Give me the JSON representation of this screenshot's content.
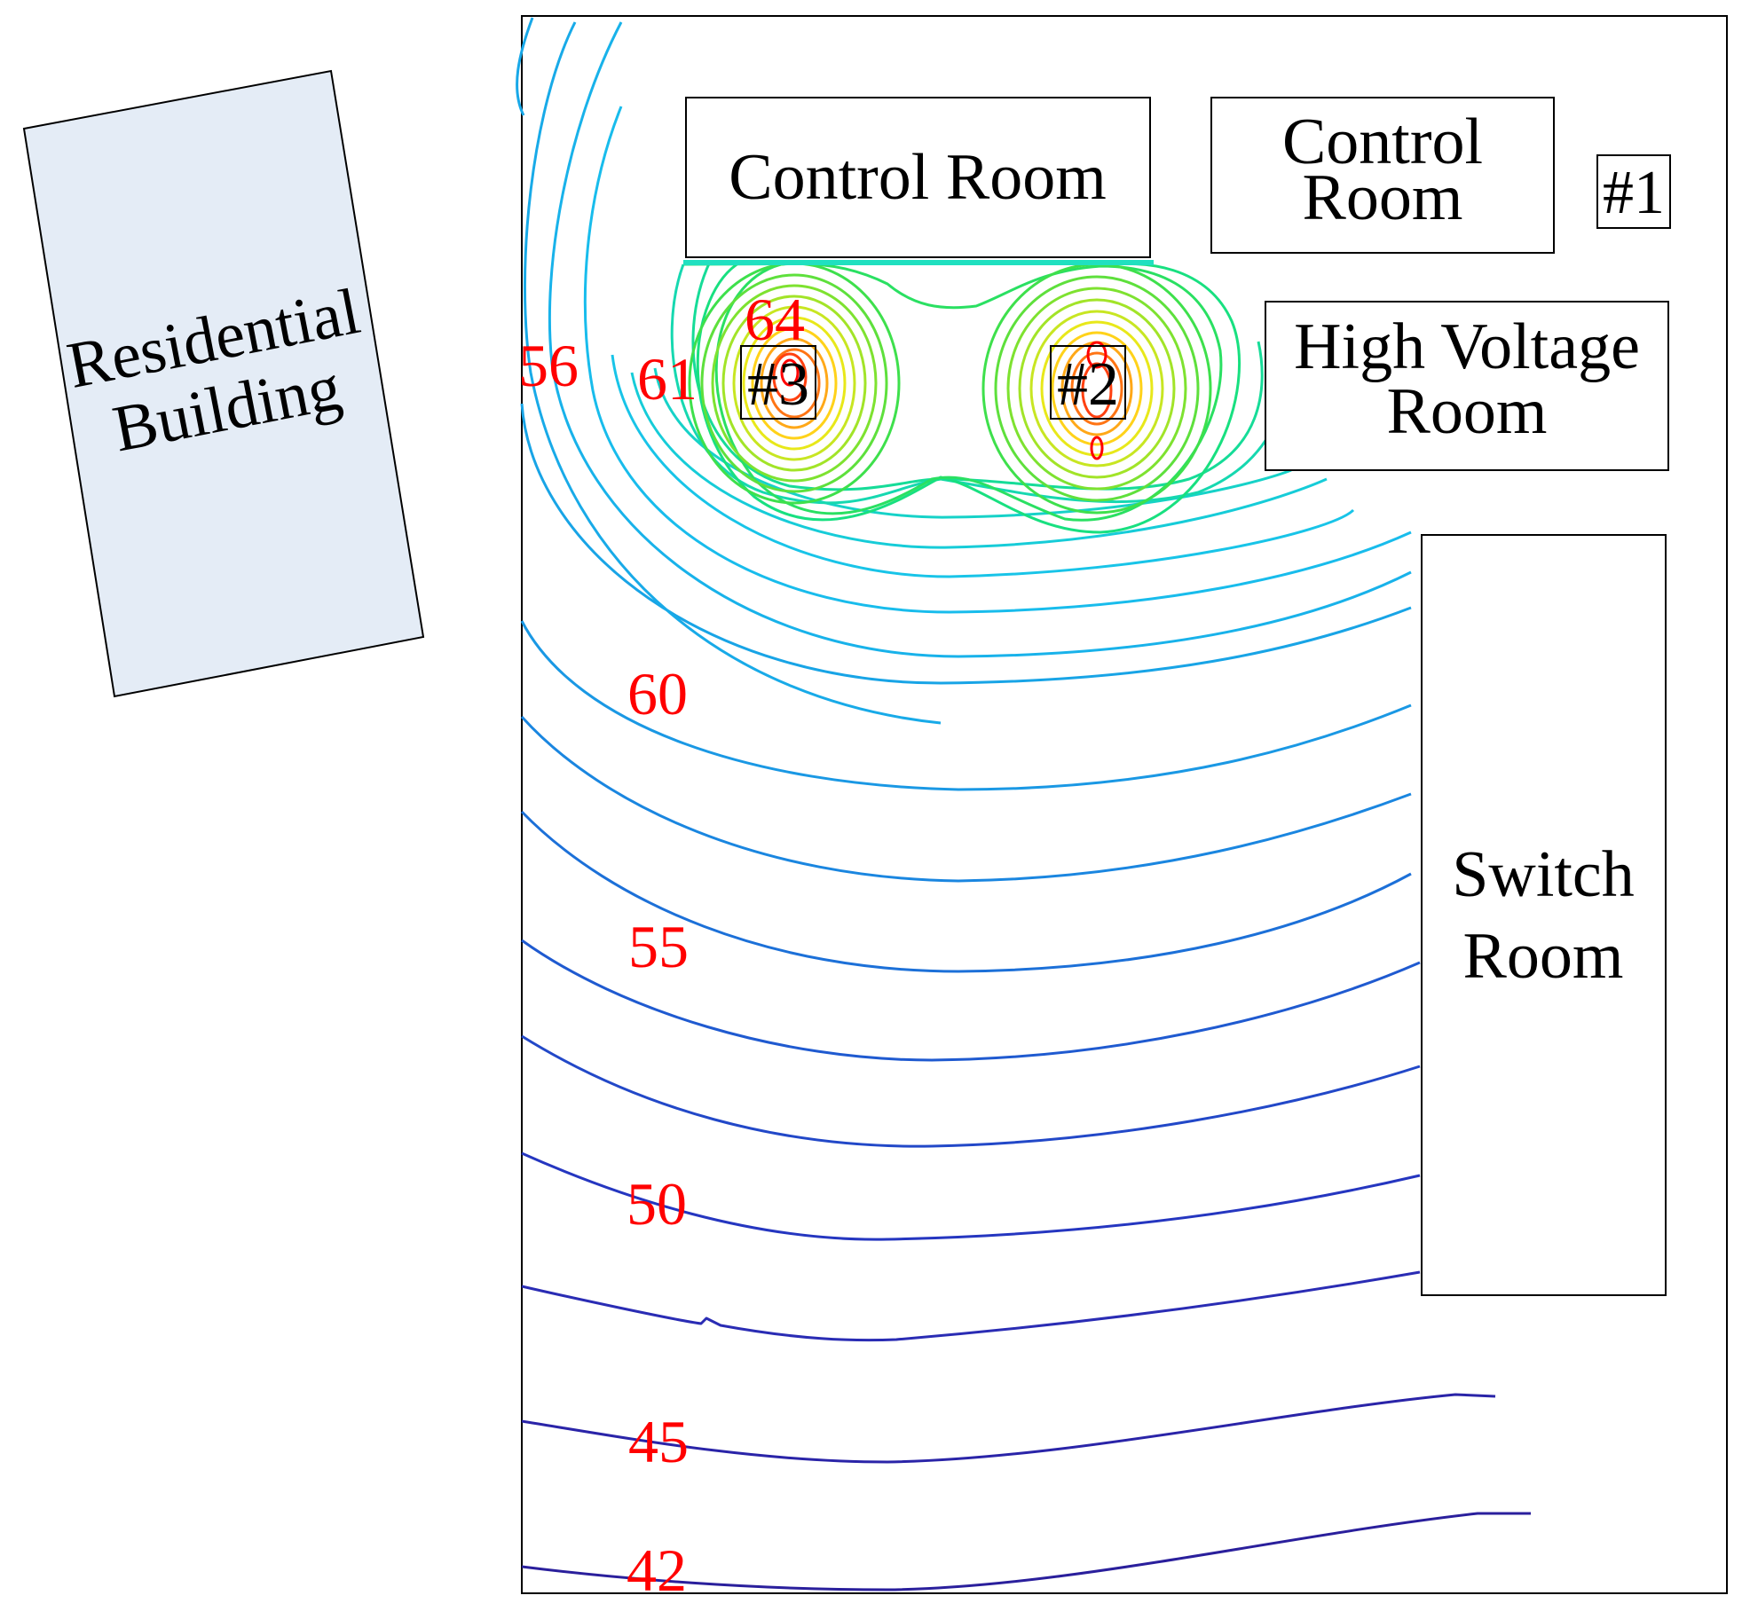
{
  "buildings": {
    "residential": {
      "line1": "Residential",
      "line2": "Building",
      "fill": "#e4ecf6"
    },
    "control_room_main": {
      "label": "Control Room"
    },
    "control_room_small": {
      "line1": "Control",
      "line2": "Room"
    },
    "high_voltage_room": {
      "line1": "High Voltage",
      "line2": "Room"
    },
    "switch_room": {
      "line1": "Switch",
      "line2": "Room"
    }
  },
  "sources": {
    "transformer_1": {
      "label": "#1"
    },
    "transformer_2": {
      "label": "#2"
    },
    "transformer_3": {
      "label": "#3"
    }
  },
  "contour_labels": {
    "l64": "64",
    "l56": "56",
    "l61": "61",
    "l60": "60",
    "l55": "55",
    "l50": "50",
    "l45": "45",
    "l42": "42"
  },
  "colors": {
    "label": "#ff0000",
    "hot": "#ff0000",
    "warm": "#ffcc00",
    "mid": "#22dd66",
    "cool": "#16c8e8",
    "cold": "#1a2bb0"
  }
}
